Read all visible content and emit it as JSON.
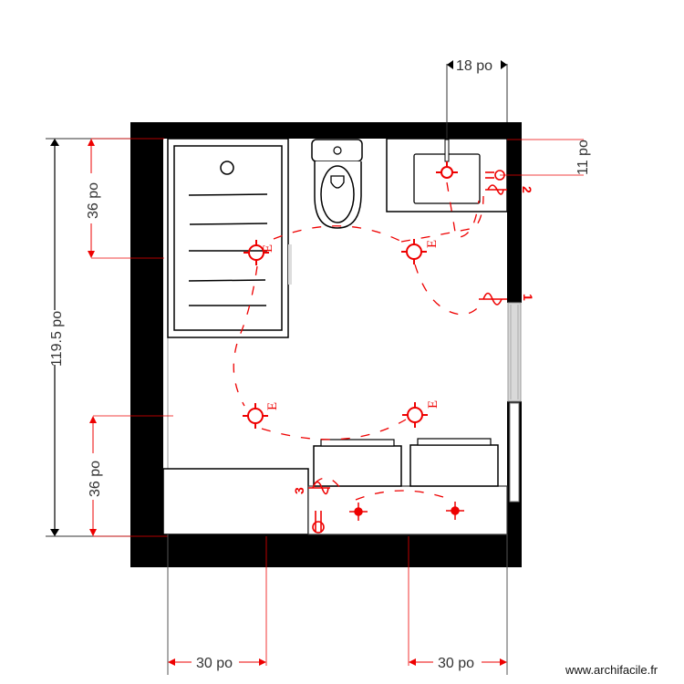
{
  "plan": {
    "title": "Bathroom electrical floor plan",
    "unit": "po",
    "colors": {
      "wall": "#000000",
      "annotation": "#ee0000",
      "dimension_text": "#333333",
      "window_glass": "#d9d9d9",
      "fixture_line": "#000000"
    }
  },
  "dimensions": {
    "top_sink_width": "18 po",
    "right_sink_depth": "11 po",
    "left_total_height": "119.5 po",
    "left_top_segment": "36 po",
    "left_bottom_segment": "36 po",
    "bottom_left_segment": "30 po",
    "bottom_right_segment": "30 po"
  },
  "fixtures": [
    {
      "name": "shower",
      "label": "Shower tray"
    },
    {
      "name": "toilet",
      "label": "Toilet"
    },
    {
      "name": "sink",
      "label": "Washbasin"
    },
    {
      "name": "washer",
      "label": "Appliance 1"
    },
    {
      "name": "dryer",
      "label": "Appliance 2"
    },
    {
      "name": "counter",
      "label": "Counter"
    },
    {
      "name": "cabinet",
      "label": "Cabinet"
    },
    {
      "name": "window",
      "label": "Window"
    }
  ],
  "electrical": {
    "ceiling_lights": [
      {
        "id": "light-1",
        "tag": "E"
      },
      {
        "id": "light-2",
        "tag": "E"
      },
      {
        "id": "light-3",
        "tag": "E"
      },
      {
        "id": "light-4",
        "tag": "E"
      }
    ],
    "switch_labels": [
      "1",
      "2",
      "3"
    ],
    "recessed_lights": 2,
    "sink_light": 1,
    "outlets": 2
  },
  "footer": {
    "watermark": "www.archifacile.fr"
  }
}
